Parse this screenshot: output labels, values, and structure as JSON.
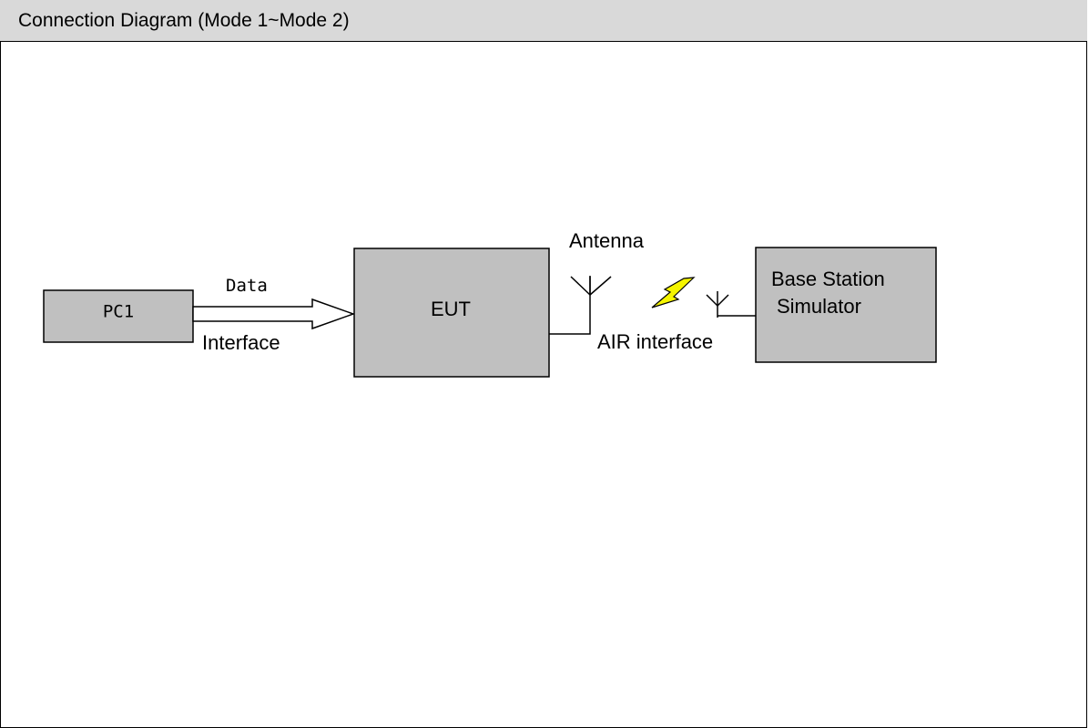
{
  "header": {
    "title": "Connection Diagram (Mode 1~Mode 2)"
  },
  "diagram": {
    "pc_label": "PC1",
    "data_label": "Data",
    "interface_label": "Interface",
    "eut_label": "EUT",
    "antenna_label": "Antenna",
    "air_interface_label": "AIR interface",
    "base_station_line1": "Base Station",
    "base_station_line2": "Simulator"
  },
  "colors": {
    "box_fill": "#c0c0c0",
    "header_fill": "#d9d9d9",
    "lightning_fill": "#f5f500",
    "stroke": "#000000"
  }
}
